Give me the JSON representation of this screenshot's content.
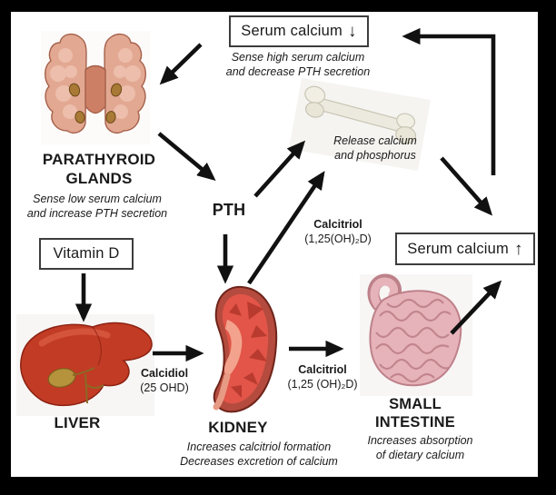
{
  "boxes": {
    "serum_calcium_decrease": {
      "label": "Serum calcium",
      "direction_arrow": "↓"
    },
    "serum_calcium_increase": {
      "label": "Serum calcium",
      "direction_arrow": "↑"
    },
    "vitamin_d": {
      "label": "Vitamin D"
    }
  },
  "serum_decrease_note": {
    "line1": "Sense high serum calcium",
    "line2": "and decrease PTH secretion"
  },
  "parathyroid": {
    "name_line1": "PARATHYROID",
    "name_line2": "GLANDS",
    "note_line1": "Sense low serum calcium",
    "note_line2": "and increase PTH secretion"
  },
  "pth": {
    "label": "PTH"
  },
  "bone": {
    "note_line1": "Release calcium",
    "note_line2": "and phosphorus"
  },
  "hormones": {
    "calcitriol_to_bone": {
      "name": "Calcitriol",
      "formula": "(1,25(OH)₂D)"
    },
    "calcidiol": {
      "name": "Calcidiol",
      "formula": "(25 OHD)"
    },
    "calcitriol_to_intestine": {
      "name": "Calcitriol",
      "formula": "(1,25 (OH)₂D)"
    }
  },
  "liver": {
    "name": "LIVER"
  },
  "kidney": {
    "name": "KIDNEY",
    "note_line1": "Increases calcitriol formation",
    "note_line2": "Decreases excretion of calcium"
  },
  "small_intestine": {
    "name_line1": "SMALL",
    "name_line2": "INTESTINE",
    "note_line1": "Increases absorption",
    "note_line2": "of dietary calcium"
  },
  "colors": {
    "background": "#000000",
    "panel": "#ffffff",
    "arrow": "#111111",
    "text": "#1a1a1a",
    "box_border": "#3d3d3d",
    "thyroid_pink": "#e2a892",
    "liver_red": "#c23b25",
    "kidney_red": "#e25548",
    "intestine_pink": "#e7b3ba",
    "bone_ivory": "#eceade"
  }
}
